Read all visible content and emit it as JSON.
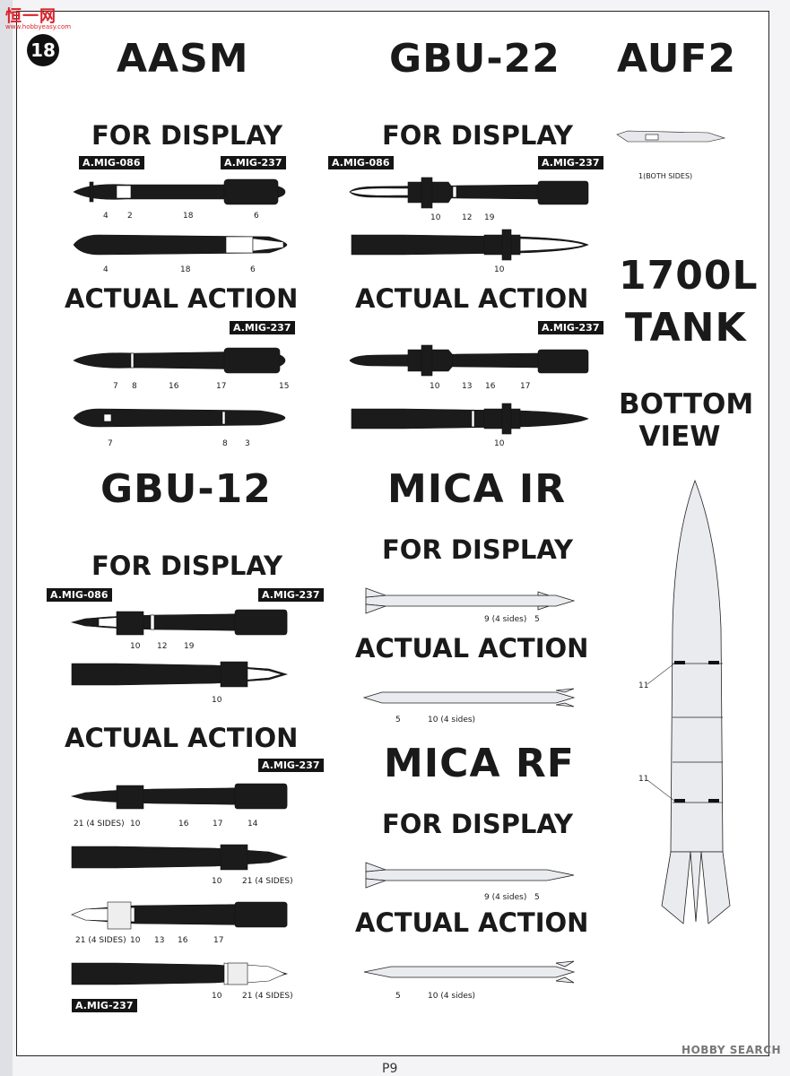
{
  "site": {
    "logo": "恒一网",
    "logo_sub": "www.hobbyeasy.com"
  },
  "page": {
    "number": "18",
    "footer": "P9"
  },
  "watermark": "HOBBY SEARCH",
  "sections": {
    "aasm": {
      "title": "AASM",
      "display": "FOR DISPLAY",
      "actual": "ACTUAL ACTION"
    },
    "gbu22": {
      "title": "GBU-22",
      "display": "FOR DISPLAY",
      "actual": "ACTUAL ACTION"
    },
    "auf2": {
      "title": "AUF2",
      "note": "1(BOTH SIDES)"
    },
    "tank": {
      "title_line1": "1700L",
      "title_line2": "TANK",
      "view_line1": "BOTTOM",
      "view_line2": "VIEW",
      "callout": "11"
    },
    "gbu12": {
      "title": "GBU-12",
      "display": "FOR DISPLAY",
      "actual": "ACTUAL ACTION"
    },
    "mica_ir": {
      "title": "MICA IR",
      "display": "FOR DISPLAY",
      "actual": "ACTUAL ACTION"
    },
    "mica_rf": {
      "title": "MICA RF",
      "display": "FOR DISPLAY",
      "actual": "ACTUAL ACTION"
    }
  },
  "badges": {
    "mig086": "A.MIG-086",
    "mig237": "A.MIG-237"
  },
  "callouts": {
    "aasm_d1": [
      "4",
      "2",
      "18",
      "6"
    ],
    "aasm_d2": [
      "4",
      "18",
      "6"
    ],
    "aasm_a1": [
      "7",
      "8",
      "16",
      "17",
      "15"
    ],
    "aasm_a2": [
      "7",
      "8",
      "3"
    ],
    "gbu22_d1": [
      "10",
      "12",
      "19"
    ],
    "gbu22_d2": [
      "10"
    ],
    "gbu22_a1": [
      "10",
      "13",
      "16",
      "17"
    ],
    "gbu22_a2": [
      "10"
    ],
    "gbu12_d1": [
      "10",
      "12",
      "19"
    ],
    "gbu12_d2": [
      "10"
    ],
    "gbu12_a1": [
      "21 (4 SIDES)",
      "10",
      "16",
      "17",
      "14"
    ],
    "gbu12_a2": [
      "10",
      "21 (4 SIDES)"
    ],
    "gbu12_a3": [
      "21 (4 SIDES)",
      "10",
      "13",
      "16",
      "17"
    ],
    "gbu12_a4": [
      "10",
      "21 (4 SIDES)"
    ],
    "mica_ir_d": [
      "9 (4 sides)",
      "5"
    ],
    "mica_ir_a": [
      "5",
      "10 (4 sides)"
    ],
    "mica_rf_d": [
      "9 (4 sides)",
      "5"
    ],
    "mica_rf_a": [
      "5",
      "10 (4 sides)"
    ]
  }
}
